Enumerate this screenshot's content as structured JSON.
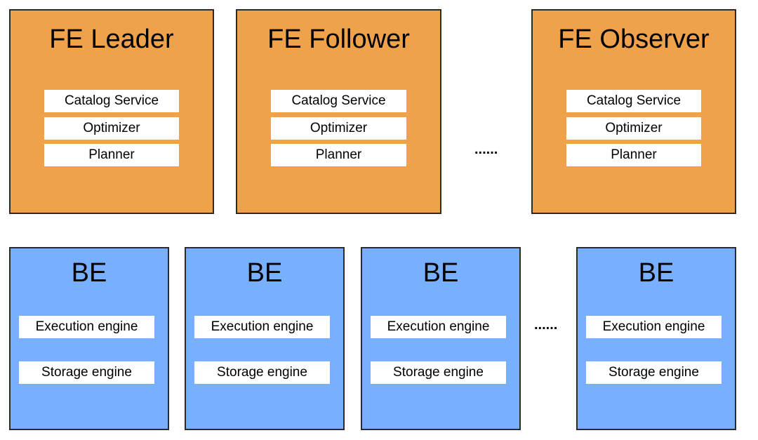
{
  "frontends": [
    {
      "title": "FE Leader",
      "components": [
        "Catalog Service",
        "Optimizer",
        "Planner"
      ]
    },
    {
      "title": "FE Follower",
      "components": [
        "Catalog Service",
        "Optimizer",
        "Planner"
      ]
    },
    {
      "title": "FE Observer",
      "components": [
        "Catalog Service",
        "Optimizer",
        "Planner"
      ]
    }
  ],
  "backends": [
    {
      "title": "BE",
      "components": [
        "Execution engine",
        "Storage engine"
      ]
    },
    {
      "title": "BE",
      "components": [
        "Execution engine",
        "Storage engine"
      ]
    },
    {
      "title": "BE",
      "components": [
        "Execution engine",
        "Storage engine"
      ]
    },
    {
      "title": "BE",
      "components": [
        "Execution engine",
        "Storage engine"
      ]
    }
  ],
  "ellipsis": "......",
  "colors": {
    "frontend": "#f0a24b",
    "backend": "#78afff",
    "component": "#ffffff",
    "border": "#2b2b2b"
  }
}
